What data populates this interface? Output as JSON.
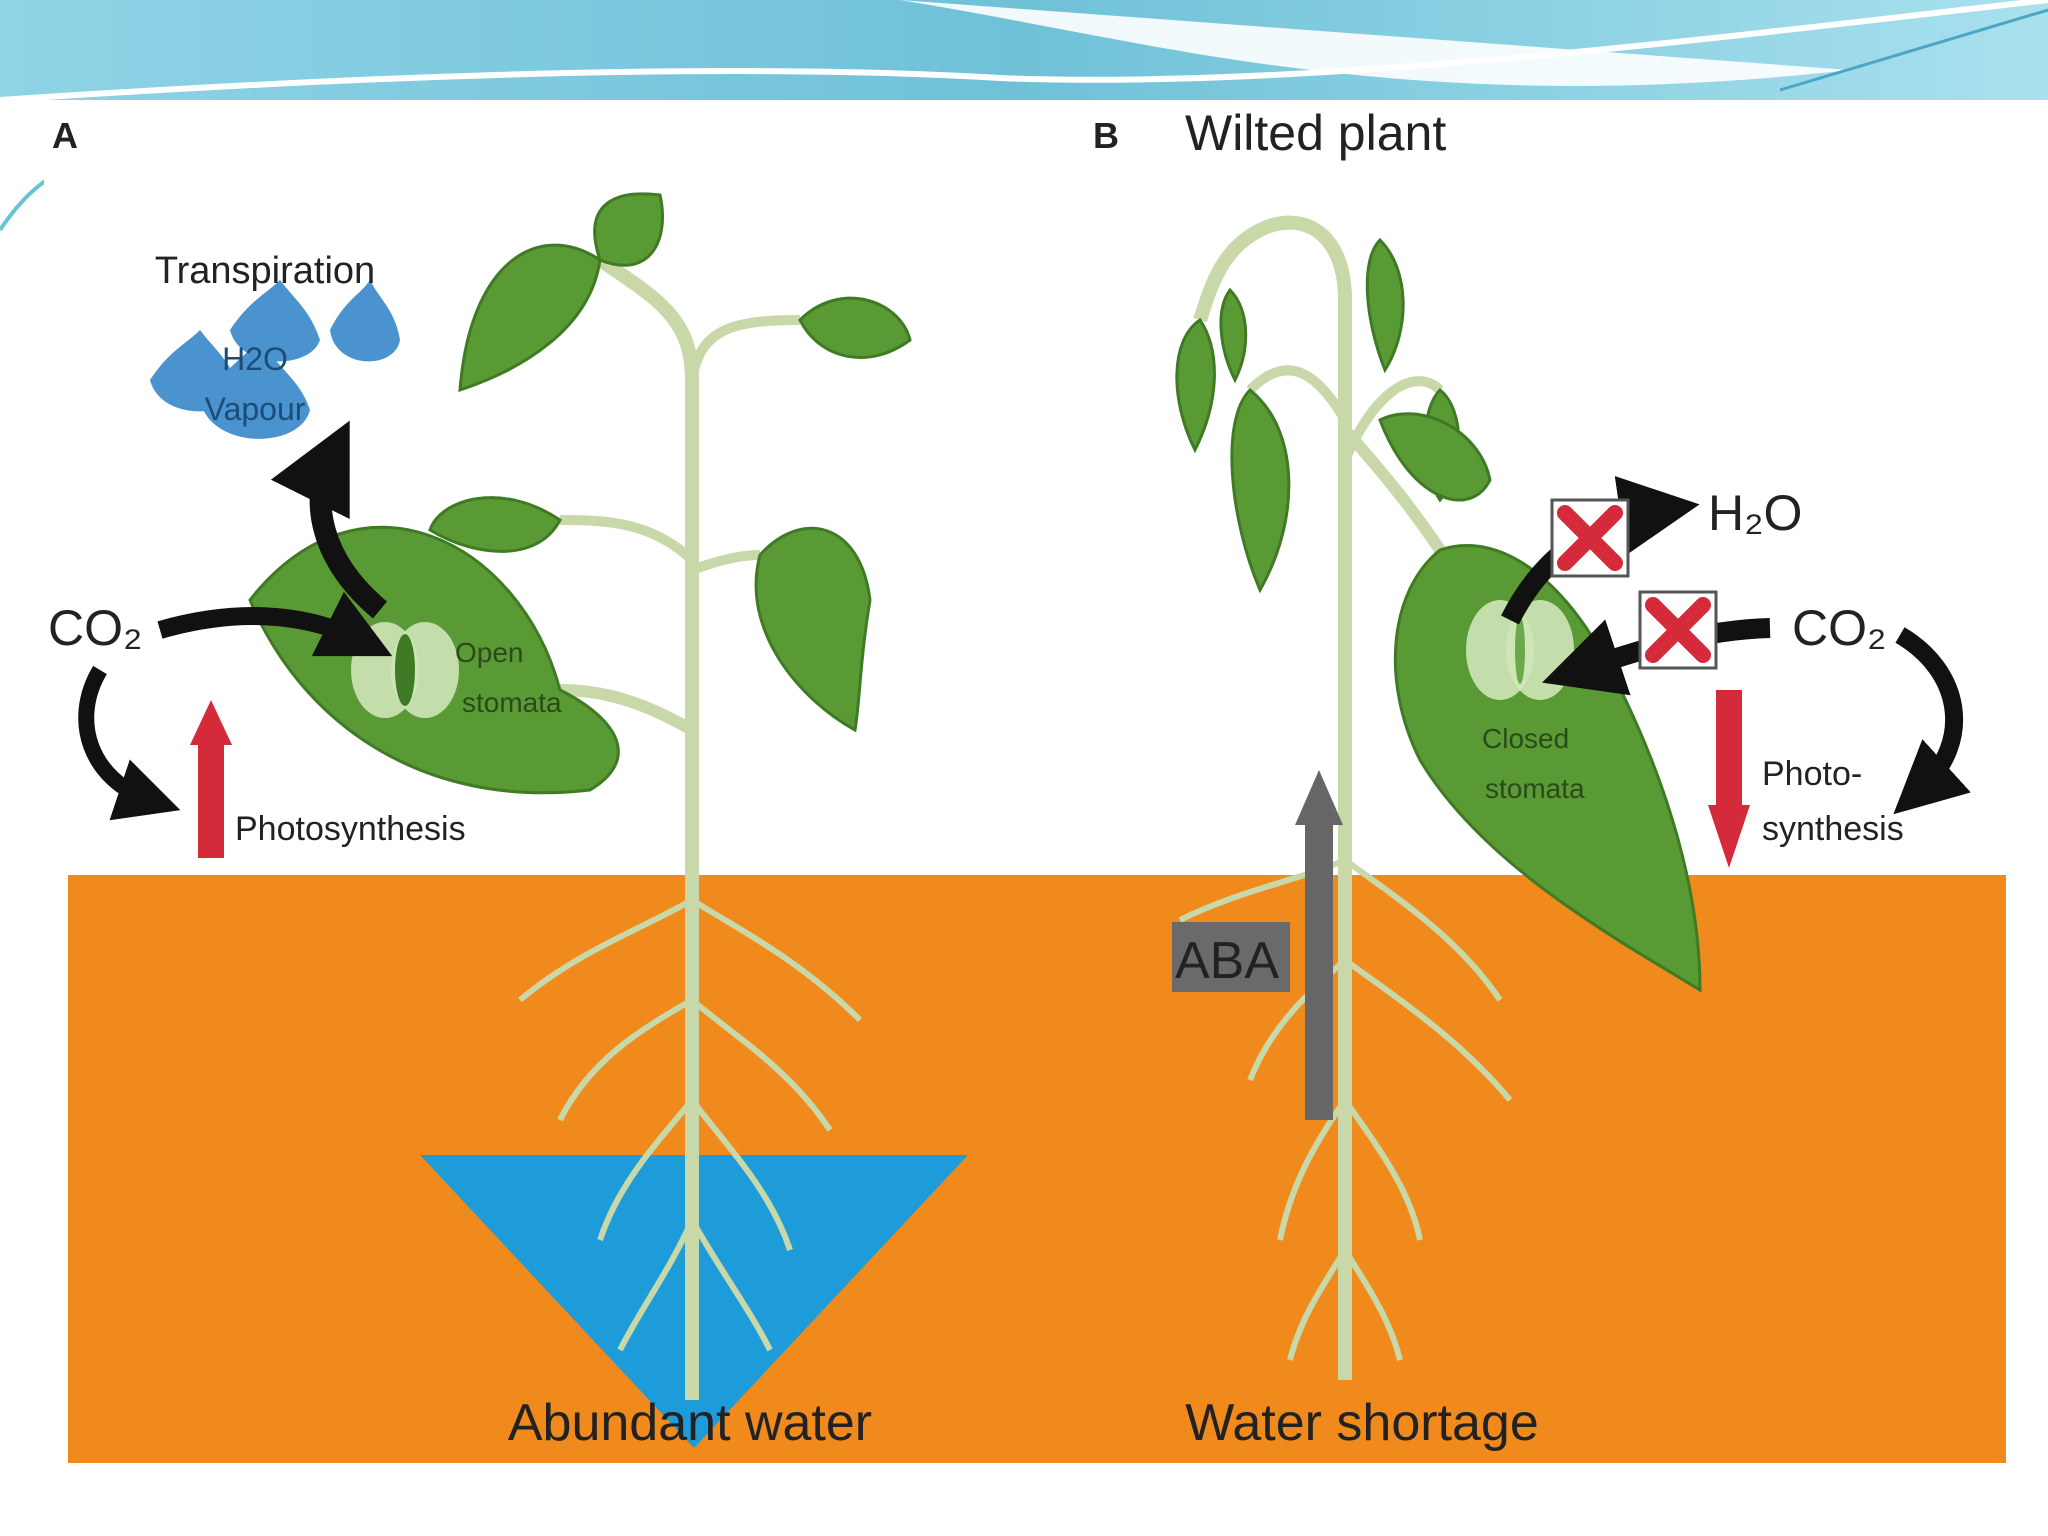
{
  "panels": {
    "a": {
      "letter": "A",
      "transpiration": "Transpiration",
      "h2o_line1": "H2O",
      "h2o_line2": "Vapour",
      "co2": "CO₂",
      "open_stomata_line1": "Open",
      "open_stomata_line2": "stomata",
      "photosynthesis": "Photosynthesis",
      "water_label": "Abundant water"
    },
    "b": {
      "letter": "B",
      "title": "Wilted plant",
      "h2o": "H₂O",
      "co2": "CO₂",
      "closed_stomata_line1": "Closed",
      "closed_stomata_line2": "stomata",
      "photo_line1": "Photo-",
      "photo_line2": "synthesis",
      "aba": "ABA",
      "water_label": "Water shortage"
    }
  },
  "colors": {
    "soil": "#F08A1C",
    "water": "#1E9BD9",
    "leaf": "#5A9A34",
    "leaf_dark": "#3F7A24",
    "stem": "#C8D8A8",
    "red_arrow": "#D42A3A",
    "aba_arrow": "#666666",
    "droplet": "#4A93CF",
    "header_teal": "#7CCBDB"
  }
}
